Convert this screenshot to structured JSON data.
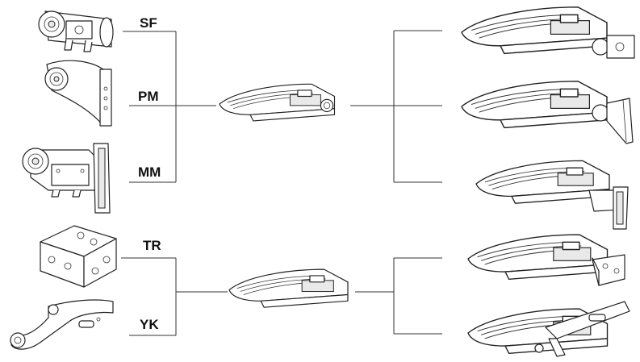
{
  "mounts": [
    {
      "code": "SF",
      "icon": "slip-fitter-mount-icon"
    },
    {
      "code": "PM",
      "icon": "pole-mount-arm-icon"
    },
    {
      "code": "MM",
      "icon": "mast-arm-mount-icon"
    },
    {
      "code": "TR",
      "icon": "trunnion-bracket-icon"
    },
    {
      "code": "YK",
      "icon": "yoke-mount-icon"
    }
  ],
  "fixtures": {
    "upper": "area-light-fixture-icon",
    "lower": "area-light-fixture-icon"
  },
  "results": [
    "fixture-with-slip-fitter-icon",
    "fixture-with-pole-mount-icon",
    "fixture-with-mast-arm-icon",
    "fixture-with-trunnion-icon",
    "fixture-with-yoke-icon"
  ]
}
